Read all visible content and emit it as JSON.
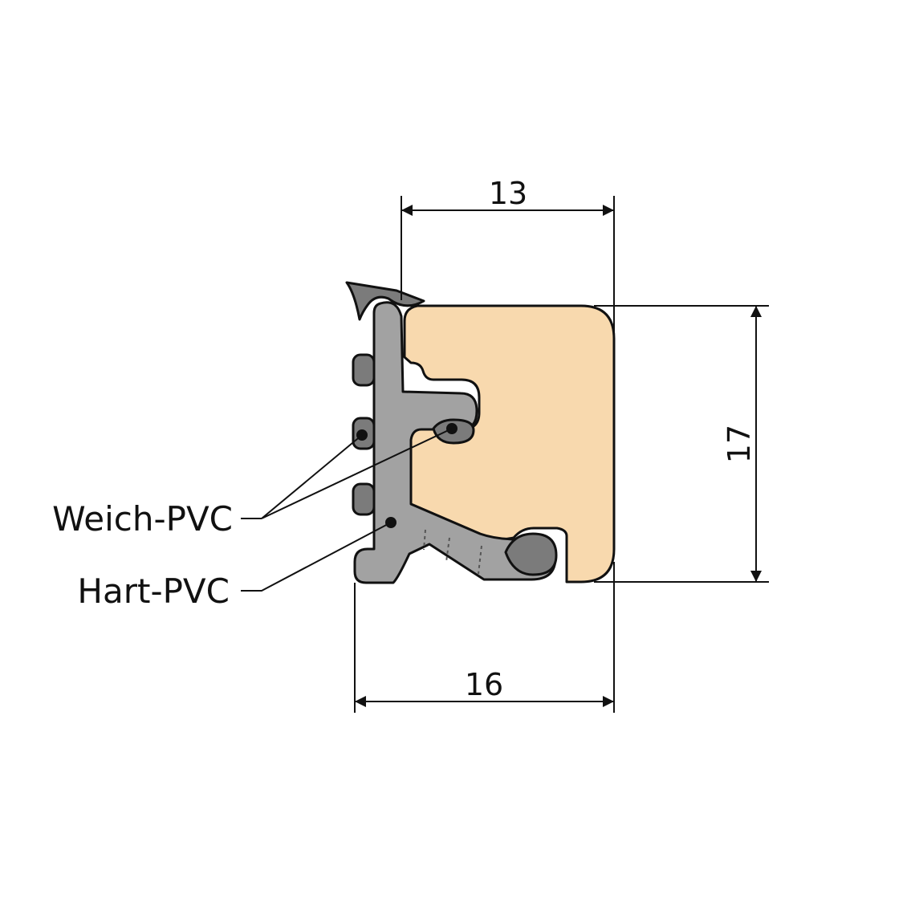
{
  "dimensions": {
    "top_width": "13",
    "bottom_width": "16",
    "height": "17"
  },
  "labels": {
    "soft_pvc": "Weich-PVC",
    "hard_pvc": "Hart-PVC"
  },
  "colors": {
    "wood": "#f8d9ae",
    "hard_pvc": "#a2a2a2",
    "soft_pvc": "#7b7b7b",
    "line": "#111111",
    "background": "#ffffff"
  }
}
